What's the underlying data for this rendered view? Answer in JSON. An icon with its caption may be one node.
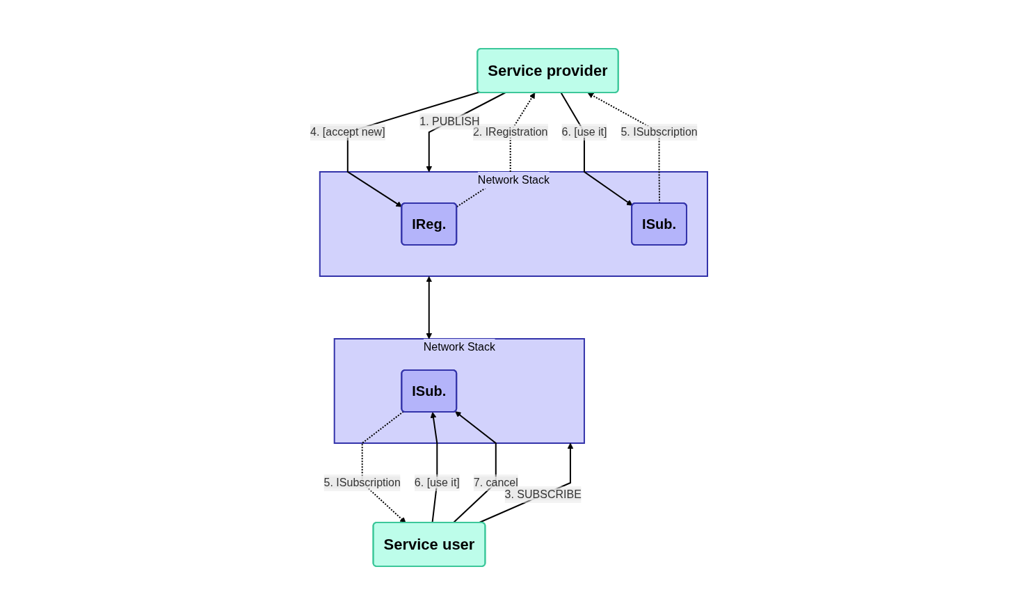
{
  "diagram": {
    "nodes": [
      {
        "text": [
          "Service provider"
        ]
      },
      {
        "text": [
          "Network Stack"
        ]
      },
      {
        "text": [
          "IReg."
        ],
        "in": 1
      },
      {
        "text": [
          "ISub."
        ],
        "in": 1
      },
      {
        "text": [
          "Service user"
        ]
      },
      {
        "text": [
          "Network Stack"
        ]
      },
      {
        "text": [
          "ISub."
        ],
        "in": 5
      }
    ],
    "edges": [
      {
        "from": 0,
        "to": 1,
        "arrow": "to",
        "label": "1. PUBLISH"
      },
      {
        "from": 2,
        "to": 0,
        "arrow": "to",
        "label": "2. IRegistration",
        "style": "dashed"
      },
      {
        "from": 0,
        "to": 2,
        "arrow": "to",
        "label": "4. [accept new]"
      },
      {
        "from": 3,
        "to": 0,
        "arrow": "to",
        "label": "5. ISubscription",
        "style": "dashed"
      },
      {
        "from": 0,
        "to": 3,
        "arrow": "to",
        "label": "6. [use it]"
      },
      {
        "from": 4,
        "to": 5,
        "arrow": "to",
        "label": "3. SUBSCRIBE"
      },
      {
        "from": 6,
        "to": 4,
        "arrow": "to",
        "label": "5. ISubscription",
        "style": "dashed"
      },
      {
        "from": 4,
        "to": 6,
        "arrow": "to",
        "label": "6. [use it]"
      },
      {
        "from": 4,
        "to": 6,
        "arrow": "to",
        "label": "7. cancel"
      },
      {
        "from": 1,
        "to": 5,
        "arrow": "both"
      }
    ]
  }
}
